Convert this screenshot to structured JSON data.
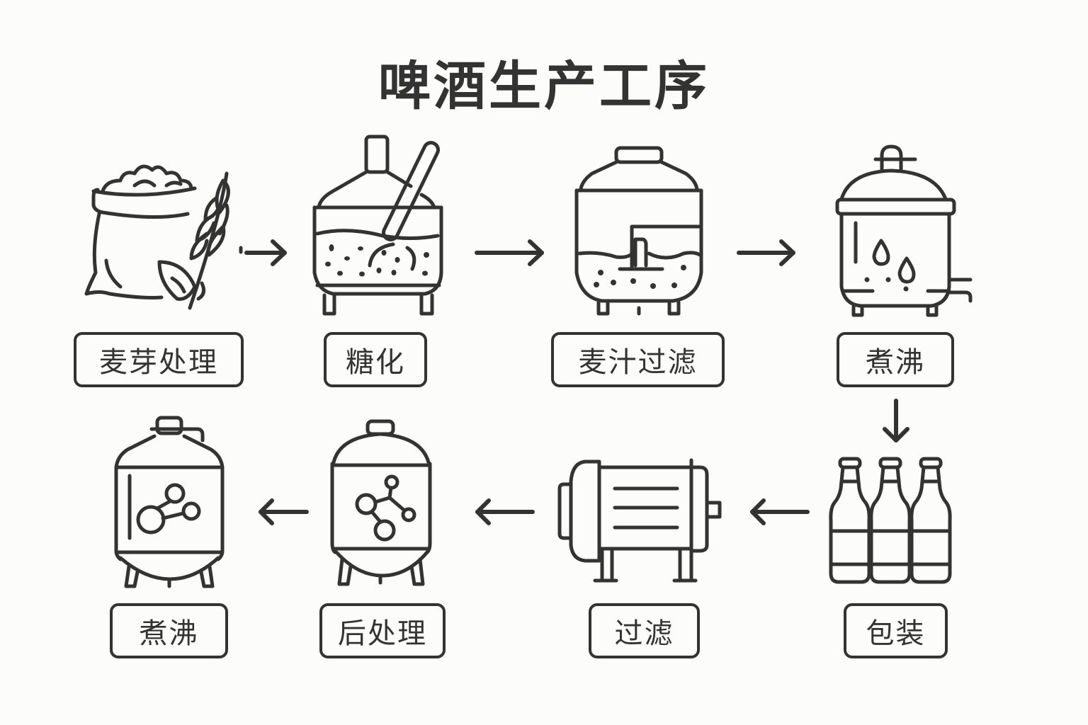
{
  "title": "啤酒生产工序",
  "colors": {
    "stroke": "#333333",
    "background": "#fcfcfa"
  },
  "steps": [
    {
      "label": "麦芽处理",
      "icon": "grain-sack-wheat-icon",
      "row": 1,
      "order": 1
    },
    {
      "label": "糖化",
      "icon": "mash-tun-stirring-icon",
      "row": 1,
      "order": 2
    },
    {
      "label": "麦汁过滤",
      "icon": "lauter-tun-icon",
      "row": 1,
      "order": 3
    },
    {
      "label": "煮沸",
      "icon": "boiling-kettle-icon",
      "row": 1,
      "order": 4
    },
    {
      "label": "包装",
      "icon": "beer-bottles-icon",
      "row": 2,
      "order": 5
    },
    {
      "label": "过滤",
      "icon": "filter-machine-icon",
      "row": 2,
      "order": 6
    },
    {
      "label": "后处理",
      "icon": "maturation-tank-icon",
      "row": 2,
      "order": 7
    },
    {
      "label": "煮沸",
      "icon": "fermentation-tank-icon",
      "row": 2,
      "order": 8
    }
  ],
  "arrows": [
    {
      "from": "麦芽处理",
      "to": "糖化",
      "direction": "right"
    },
    {
      "from": "糖化",
      "to": "麦汁过滤",
      "direction": "right"
    },
    {
      "from": "麦汁过滤",
      "to": "煮沸",
      "direction": "right"
    },
    {
      "from": "煮沸",
      "to": "包装",
      "direction": "down"
    },
    {
      "from": "包装",
      "to": "过滤",
      "direction": "left"
    },
    {
      "from": "过滤",
      "to": "后处理",
      "direction": "left"
    },
    {
      "from": "后处理",
      "to": "煮沸",
      "direction": "left"
    }
  ]
}
